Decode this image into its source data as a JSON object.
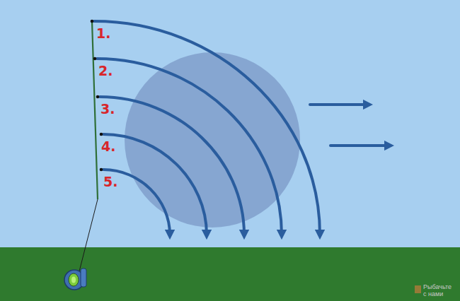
{
  "diagram": {
    "labels": [
      "1.",
      "2.",
      "3.",
      "4.",
      "5.",
      "Рыбачьте с нами"
    ]
  }
}
